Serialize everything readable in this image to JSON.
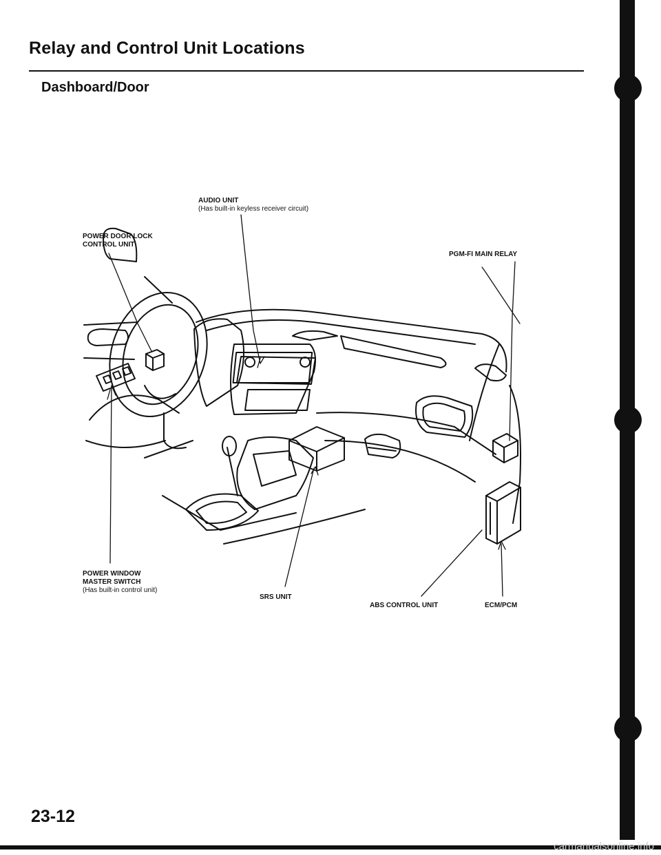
{
  "page": {
    "title": "Relay and Control Unit Locations",
    "subtitle": "Dashboard/Door",
    "page_number": "23-12",
    "watermark": "carmanualsonline.info"
  },
  "labels": {
    "audio_unit": "AUDIO UNIT",
    "audio_unit_note": "(Has built-in keyless receiver circuit)",
    "power_door_lock_line1": "POWER DOOR LOCK",
    "power_door_lock_line2": "CONTROL UNIT",
    "pgm_fi_main_relay": "PGM-FI MAIN RELAY",
    "power_window_line1": "POWER WINDOW",
    "power_window_line2": "MASTER SWITCH",
    "power_window_note": "(Has built-in control unit)",
    "srs_unit": "SRS UNIT",
    "abs_control_unit": "ABS CONTROL UNIT",
    "ecm_pcm": "ECM/PCM"
  }
}
